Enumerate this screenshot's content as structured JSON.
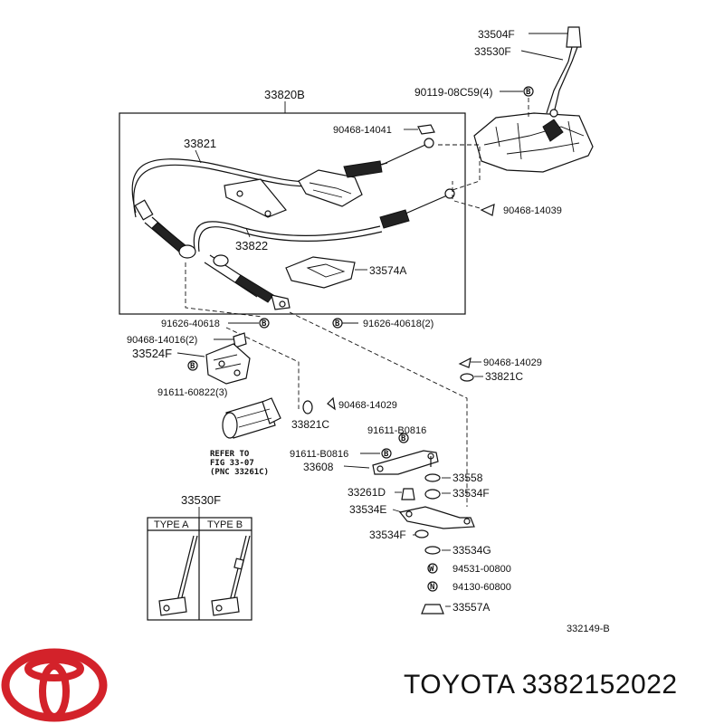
{
  "labels": {
    "p33504F": "33504F",
    "p33530F_top": "33530F",
    "p90119": "90119-08C59(4)",
    "p33820B": "33820B",
    "p90468_14041": "90468-14041",
    "p33821": "33821",
    "p90468_14039": "90468-14039",
    "p33822": "33822",
    "p33574A": "33574A",
    "p91626_left": "91626-40618",
    "p91626_right": "91626-40618(2)",
    "p90468_14016": "90468-14016(2)",
    "p33524F": "33524F",
    "p91611_60822": "91611-60822(3)",
    "p90468_14029_r": "90468-14029",
    "p33821C_r": "33821C",
    "p90468_14029_c": "90468-14029",
    "p33821C_c": "33821C",
    "p91611_B0816_top": "91611-B0816",
    "p91611_B0816_left": "91611-B0816",
    "p33608": "33608",
    "p33558": "33558",
    "p33261D": "33261D",
    "p33534F_a": "33534F",
    "p33534E": "33534E",
    "p33534F_b": "33534F",
    "p33534G": "33534G",
    "p94531": "94531-00800",
    "p94130": "94130-60800",
    "p33557A": "33557A",
    "p33530F_box": "33530F",
    "typeA": "TYPE A",
    "typeB": "TYPE B",
    "refer1": "REFER TO",
    "refer2": "FIG  33-07",
    "refer3": "(PNC 33261C)",
    "drawing_no": "332149-B",
    "badge_b": "B",
    "badge_w": "W",
    "badge_n": "N"
  },
  "brand": {
    "caption": "TOYOTA 3382152022",
    "logo_color": "#d3222a"
  }
}
